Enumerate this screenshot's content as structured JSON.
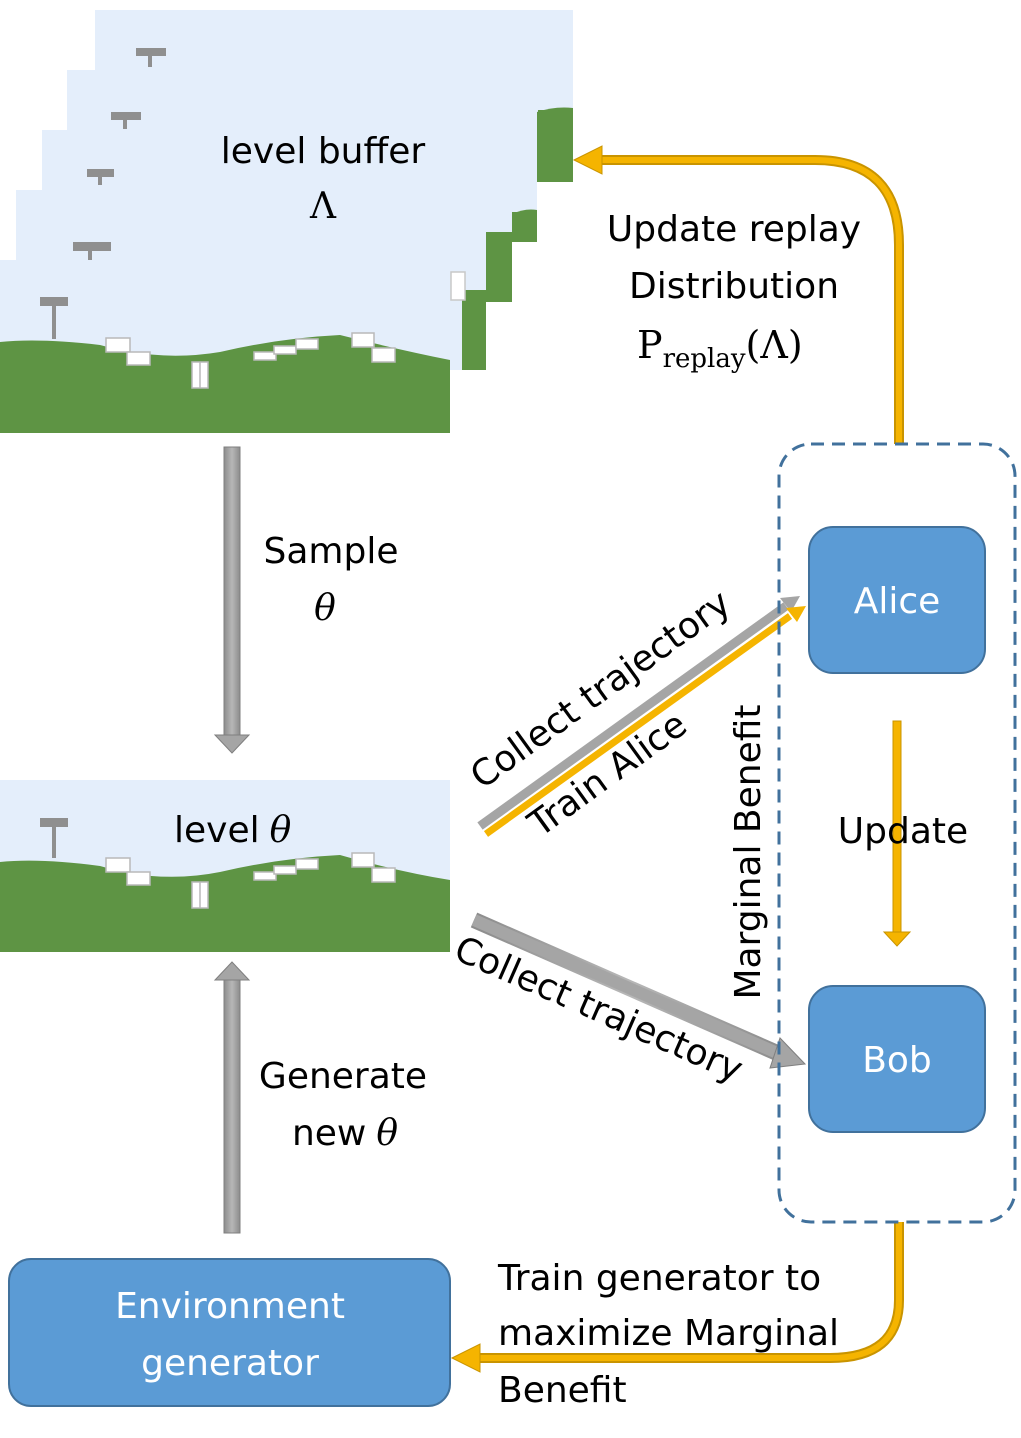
{
  "level_buffer": {
    "title": "level buffer",
    "symbol": "Λ"
  },
  "sample": {
    "line1": "Sample",
    "symbol": "θ"
  },
  "level": {
    "title": "level",
    "symbol": "θ"
  },
  "generate": {
    "line1": "Generate",
    "line2_text": "new",
    "symbol": "θ"
  },
  "update_replay": {
    "line1": "Update replay",
    "line2": "Distribution",
    "p": "P",
    "sub": "replay",
    "arg": "(Λ)"
  },
  "agents": {
    "alice": "Alice",
    "bob": "Bob",
    "update": "Update",
    "marginal_benefit": "Marginal Benefit"
  },
  "arrows": {
    "collect_alice": "Collect trajectory",
    "train_alice": "Train Alice",
    "collect_bob": "Collect trajectory"
  },
  "generator": {
    "line1": "Environment",
    "line2": "generator",
    "train_line1": "Train generator to",
    "train_line2": "maximize Marginal",
    "train_line3": "Benefit"
  },
  "colors": {
    "sky": "#e4eefb",
    "grass": "#5e9444",
    "box_blue": "#5b9bd5",
    "box_border": "#41719c",
    "gold": "#f5b400",
    "gold_dark": "#c99400",
    "gray_arrow": "#a5a5a5",
    "gray_dark": "#7f7f7f",
    "dash": "#41719c"
  }
}
